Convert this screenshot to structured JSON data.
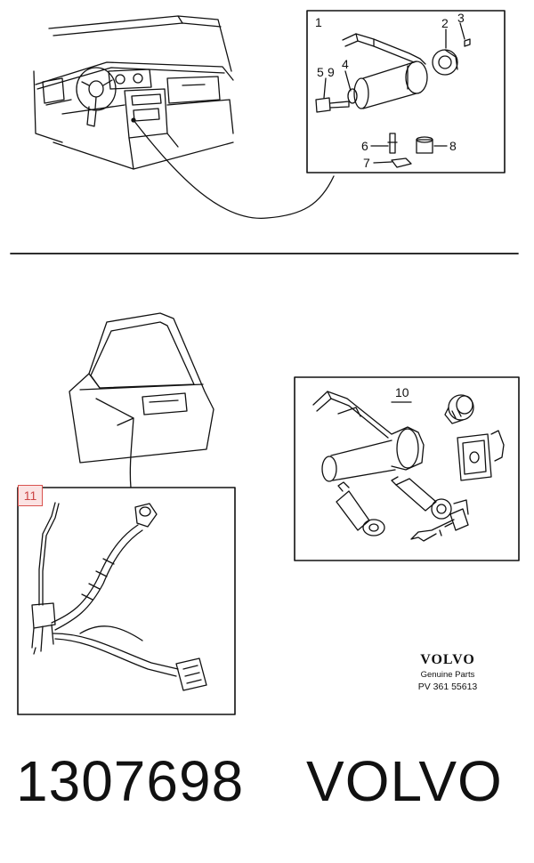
{
  "labels": {
    "p1": "1",
    "p2": "2",
    "p3": "3",
    "p4": "4",
    "p5": "5",
    "p6": "6",
    "p7": "7",
    "p8": "8",
    "p9": "9",
    "p10": "10",
    "p11": "11"
  },
  "logo": {
    "brand": "VOLVO",
    "subtitle": "Genuine Parts",
    "code": "PV 361 55613"
  },
  "footer": {
    "part_number": "1307698",
    "brand": "VOLVO"
  }
}
